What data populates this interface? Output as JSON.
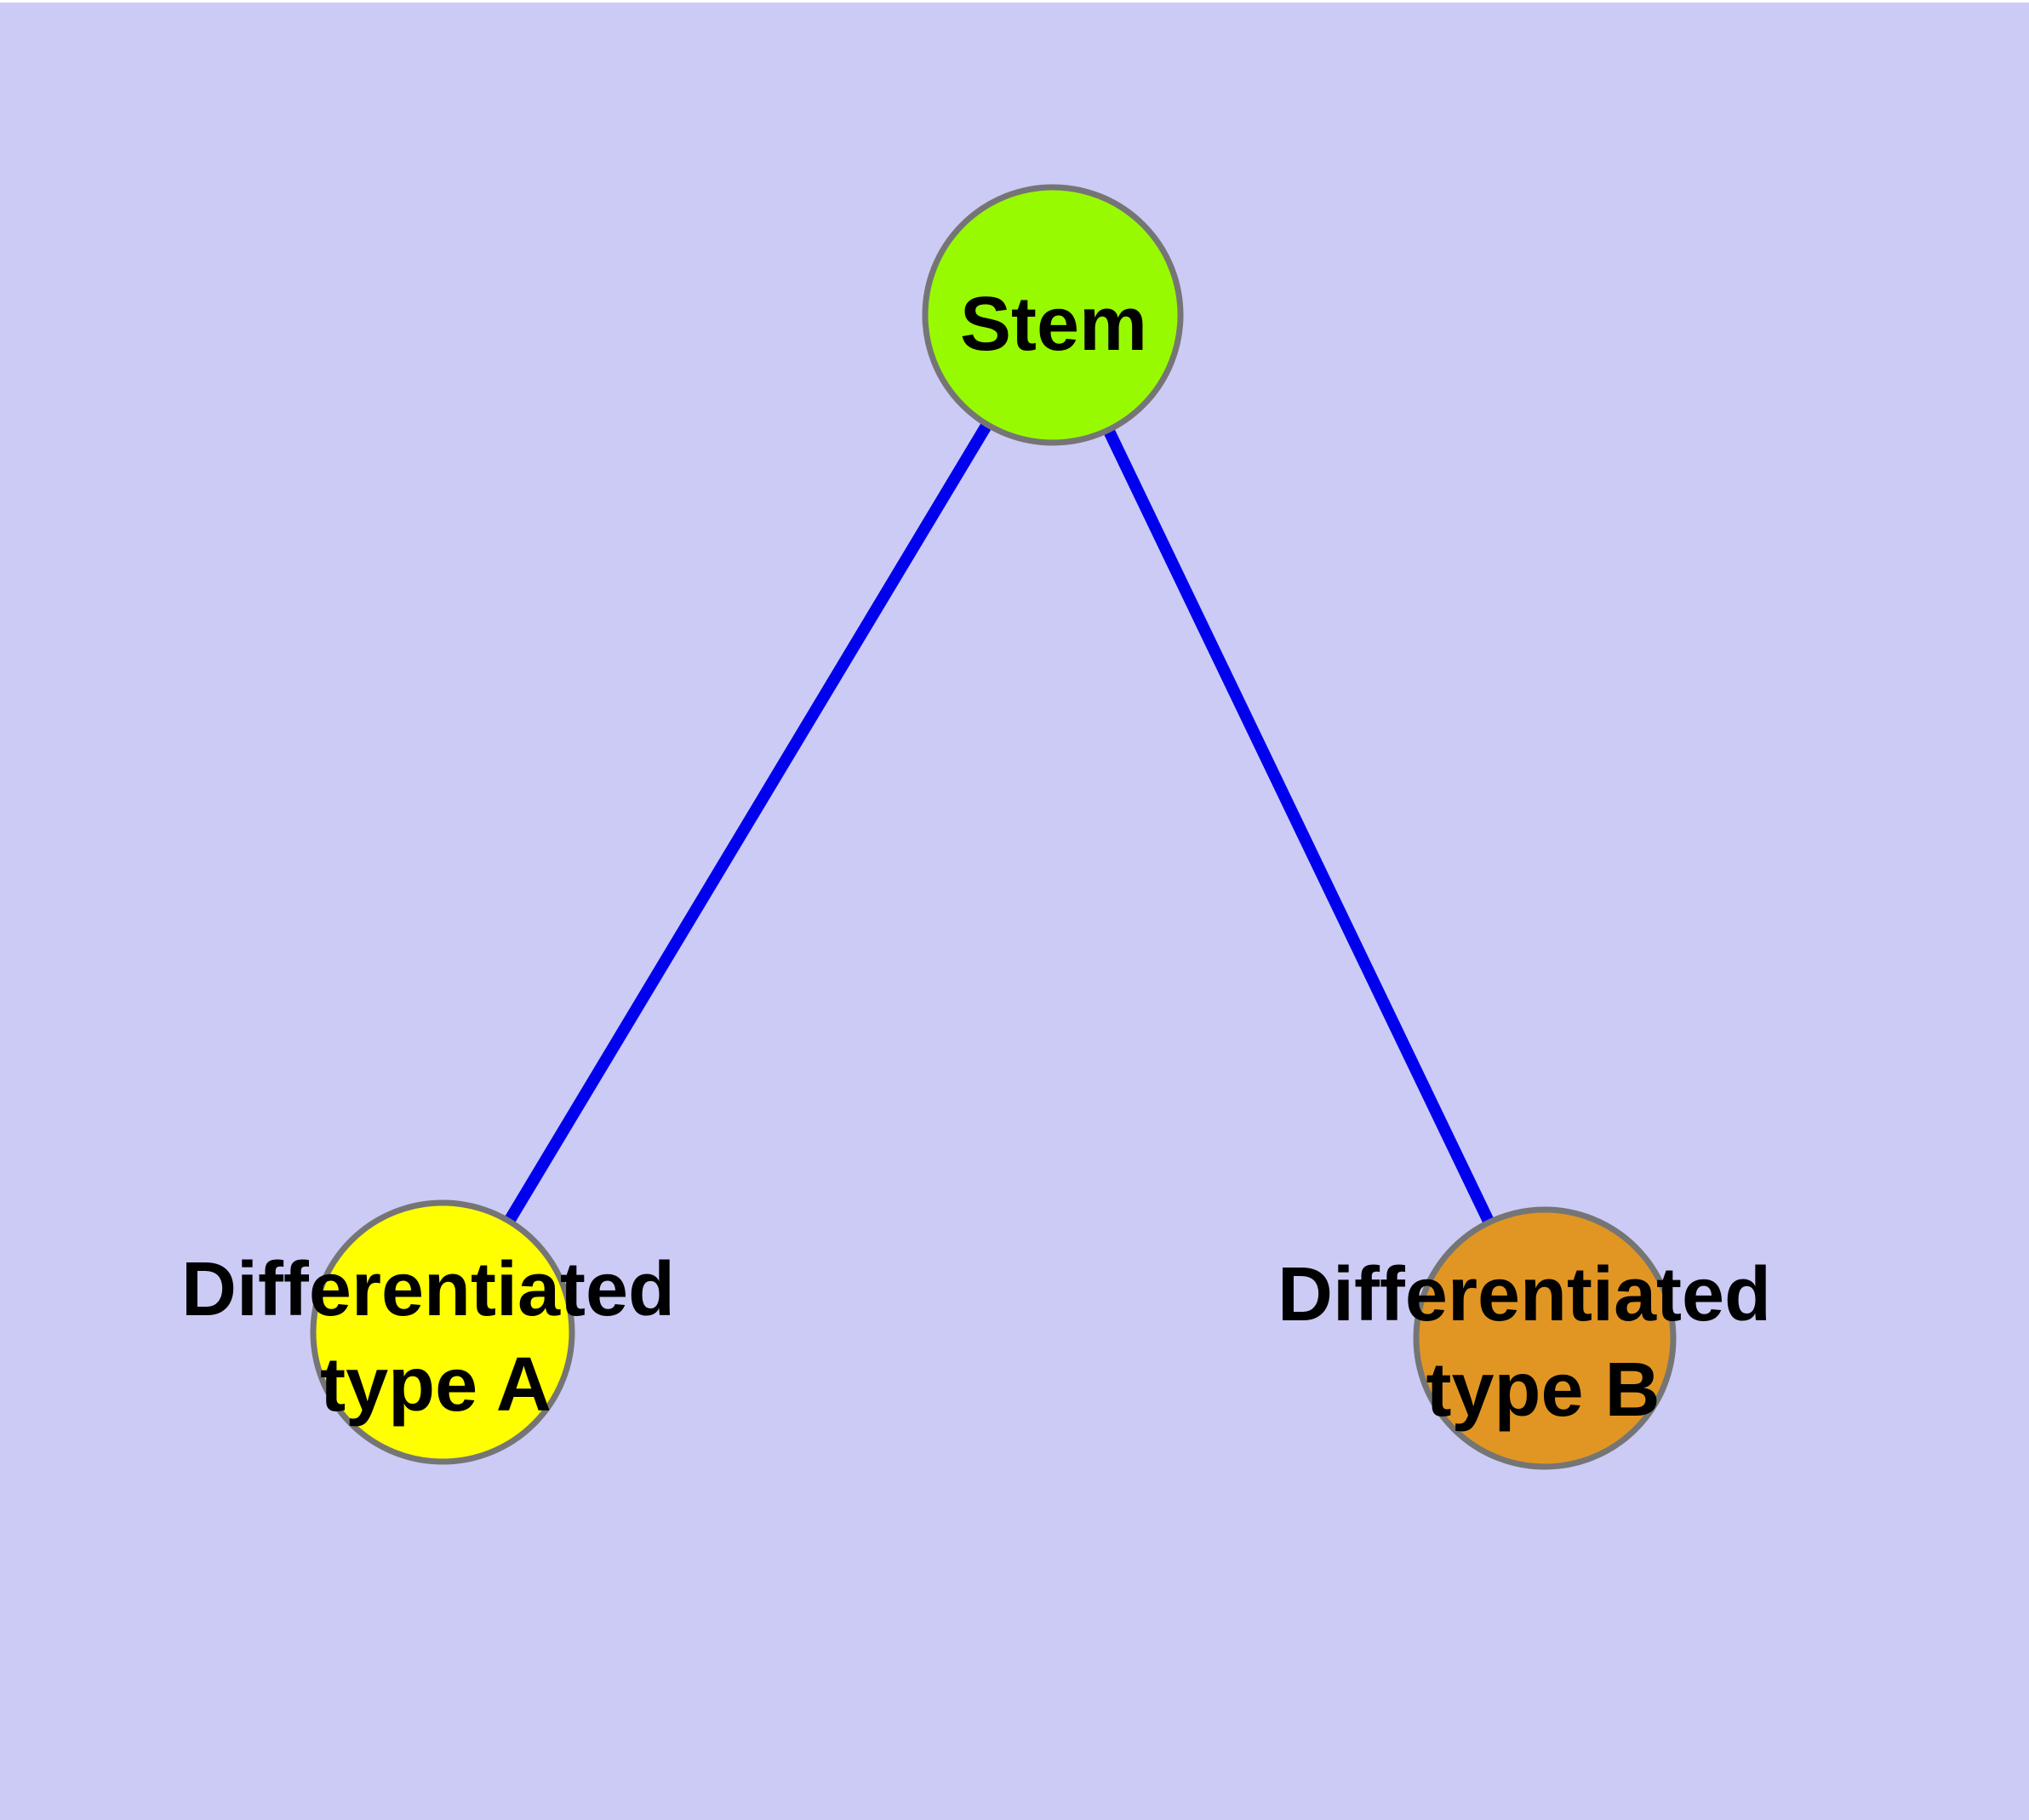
{
  "diagram": {
    "background_color": "#CBCBF5",
    "top_margin_color": "#FFFFFF",
    "edge_color": "#0000EE",
    "node_border_color": "#757575",
    "label_color": "#000000",
    "nodes": [
      {
        "id": "stem",
        "label": "Stem",
        "fill": "#98FA00"
      },
      {
        "id": "differentiated-type-a",
        "label": "Differentiated type A",
        "line1": "Differentiated",
        "line2": "type A",
        "fill": "#FFFF00"
      },
      {
        "id": "differentiated-type-b",
        "label": "Differentiated type B",
        "line1": "Differentiated",
        "line2": "type B",
        "fill": "#E19623"
      }
    ],
    "edges": [
      {
        "from": "Stem",
        "to": "Differentiated type A"
      },
      {
        "from": "Stem",
        "to": "Differentiated type B"
      }
    ]
  }
}
